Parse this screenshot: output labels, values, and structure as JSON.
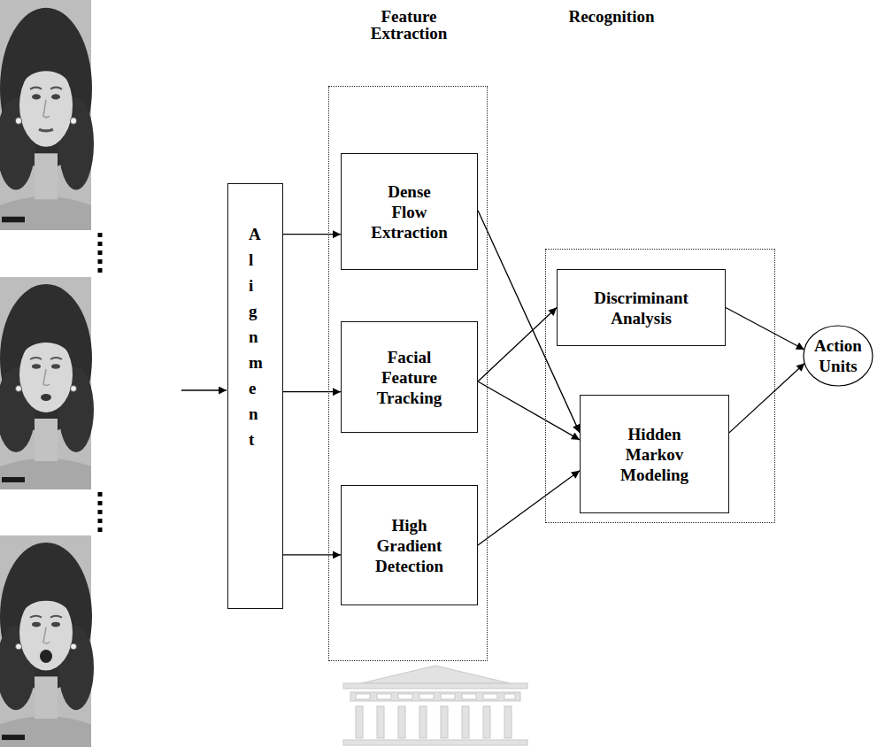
{
  "diagram": {
    "nodes": [
      {
        "text": [
          "Alignment"
        ]
      },
      {
        "text": [
          "Feature Extraction"
        ]
      },
      {
        "text": [
          "Dense Flow Extraction"
        ],
        "in": 1
      },
      {
        "text": [
          "Facial Feature Tracking"
        ],
        "in": 1
      },
      {
        "text": [
          "High Gradient Detection"
        ],
        "in": 1
      },
      {
        "text": [
          "Recognition"
        ]
      },
      {
        "text": [
          "Discriminant Analysis"
        ],
        "in": 5
      },
      {
        "text": [
          "Hidden Markov Modeling"
        ],
        "in": 5
      },
      {
        "text": [
          "Action Units"
        ]
      }
    ],
    "edges": [
      {
        "from": 0,
        "to": 2,
        "arrow": "to"
      },
      {
        "from": 0,
        "to": 3,
        "arrow": "to"
      },
      {
        "from": 0,
        "to": 4,
        "arrow": "to"
      },
      {
        "from": 2,
        "to": 7,
        "arrow": "to"
      },
      {
        "from": 3,
        "to": 6,
        "arrow": "to"
      },
      {
        "from": 3,
        "to": 7,
        "arrow": "to"
      },
      {
        "from": 4,
        "to": 7,
        "arrow": "to"
      },
      {
        "from": 6,
        "to": 8,
        "arrow": "to"
      },
      {
        "from": 7,
        "to": 8,
        "arrow": "to"
      }
    ]
  }
}
